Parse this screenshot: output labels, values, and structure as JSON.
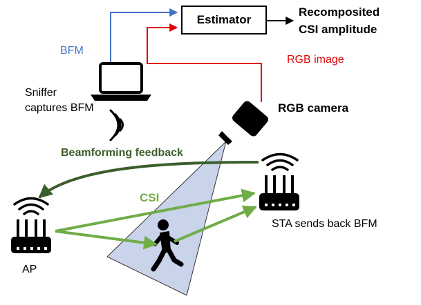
{
  "estimator": {
    "label": "Estimator"
  },
  "output": {
    "line1": "Recomposited",
    "line2": "CSI amplitude"
  },
  "links": {
    "bfm": "BFM",
    "rgb_image": "RGB image",
    "beamforming_feedback": "Beamforming feedback",
    "csi": "CSI"
  },
  "sniffer": {
    "line1": "Sniffer",
    "line2": "captures BFM"
  },
  "camera": {
    "label": "RGB camera"
  },
  "ap": {
    "label": "AP"
  },
  "sta": {
    "label": "STA sends back BFM"
  },
  "colors": {
    "bfm": "#4472c4",
    "rgb": "#e00000",
    "feedback": "#3b5e2b",
    "csi": "#70ad47",
    "fov_fill": "#c9d3ea",
    "black": "#000000"
  }
}
